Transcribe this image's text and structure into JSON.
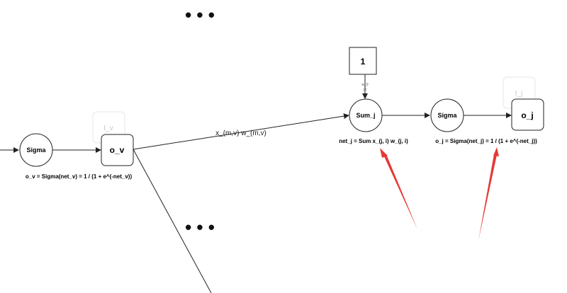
{
  "diagram": {
    "nodes": {
      "sigma_left": "Sigma",
      "o_v": "o_v",
      "sum_j": "Sum_j",
      "sigma_right": "Sigma",
      "o_j": "o_j",
      "bias": "1"
    },
    "ghost_labels": {
      "t_v": "t_v",
      "t_j": "t_j"
    },
    "edge_labels": {
      "weight": "x_(m,v) w_(m,v)",
      "bias_top": "w_0",
      "bias_bottom": "j0"
    },
    "formulas": {
      "o_v": "o_v = Sigma(net_v) = 1 / (1 + e^(-net_v))",
      "net_j": "net_j = Sum x_(j, i) w_(j, i)",
      "o_j": "o_j = Sigma(net_j) = 1 / (1 + e^(-net_j))"
    },
    "ellipsis": "• • •",
    "colors": {
      "line": "#222222",
      "annotation_arrow": "#e53935",
      "ghost": "#d9d9d9"
    }
  }
}
